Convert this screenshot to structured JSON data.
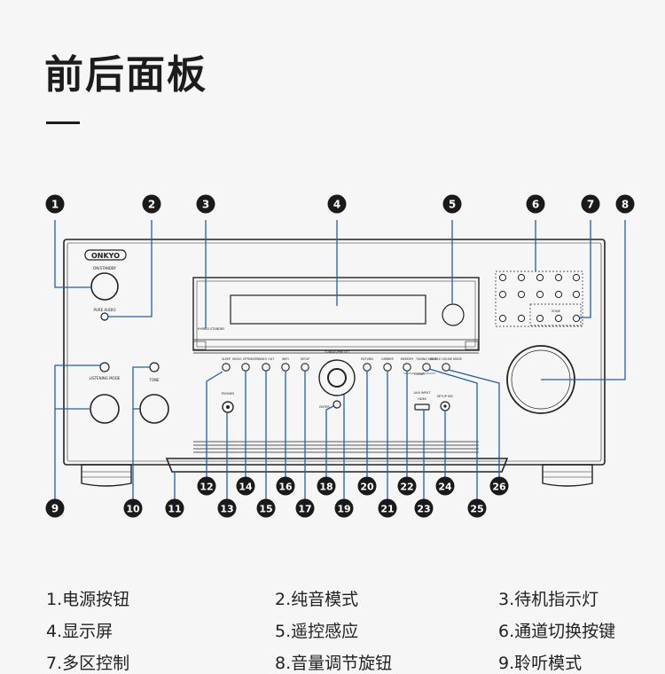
{
  "page": {
    "title": "前后面板"
  },
  "device": {
    "brand": "ONKYO",
    "labels": {
      "on_standby": "ON/STANDBY",
      "pure_audio": "PURE AUDIO",
      "hybrid_standby": "HYBRID STANDBY",
      "listening_mode": "LISTENING MODE",
      "tone": "TONE",
      "sleep": "SLEEP",
      "music_optimizer": "MUSIC OPTIMIZER",
      "video_out": "VIDEO OUT",
      "info": "INFO",
      "setup": "SETUP",
      "tuning_preset": "TUNING/PRESET",
      "return": "RETURN",
      "dimmer": "DIMMER",
      "memory": "MEMORY",
      "tuning_mode": "TUNING MODE",
      "whole_house_mode": "WHOLE HOUSE MODE",
      "clear": "CLEAR",
      "phones": "PHONES",
      "enter": "ENTER",
      "aux_input": "AUX INPUT",
      "hdmi": "HDMI",
      "setup_mic": "SETUP MIC",
      "zone": "ZONE"
    }
  },
  "callouts_top": [
    "1",
    "2",
    "3",
    "4",
    "5",
    "6",
    "7",
    "8"
  ],
  "callouts_bottom": [
    "9",
    "10",
    "11",
    "12",
    "13",
    "14",
    "15",
    "16",
    "17",
    "18",
    "19",
    "20",
    "21",
    "22",
    "23",
    "24",
    "25",
    "26"
  ],
  "captions": [
    "1.电源按钮",
    "2.纯音模式",
    "3.待机指示灯",
    "4.显示屏",
    "5.遥控感应",
    "6.通道切换按键",
    "7.多区控制",
    "8.音量调节旋钮",
    "9.聆听模式"
  ]
}
